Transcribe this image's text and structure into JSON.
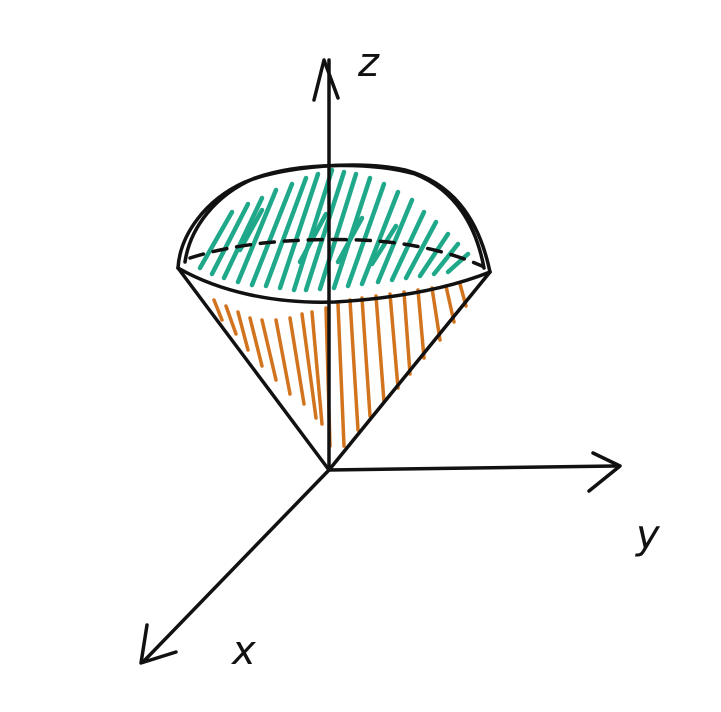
{
  "axes": {
    "x_label": "x",
    "y_label": "y",
    "z_label": "z"
  },
  "colors": {
    "ink": "#111111",
    "cap_hatch": "#1fa98a",
    "cone_hatch": "#d2731e",
    "background": "#ffffff"
  }
}
